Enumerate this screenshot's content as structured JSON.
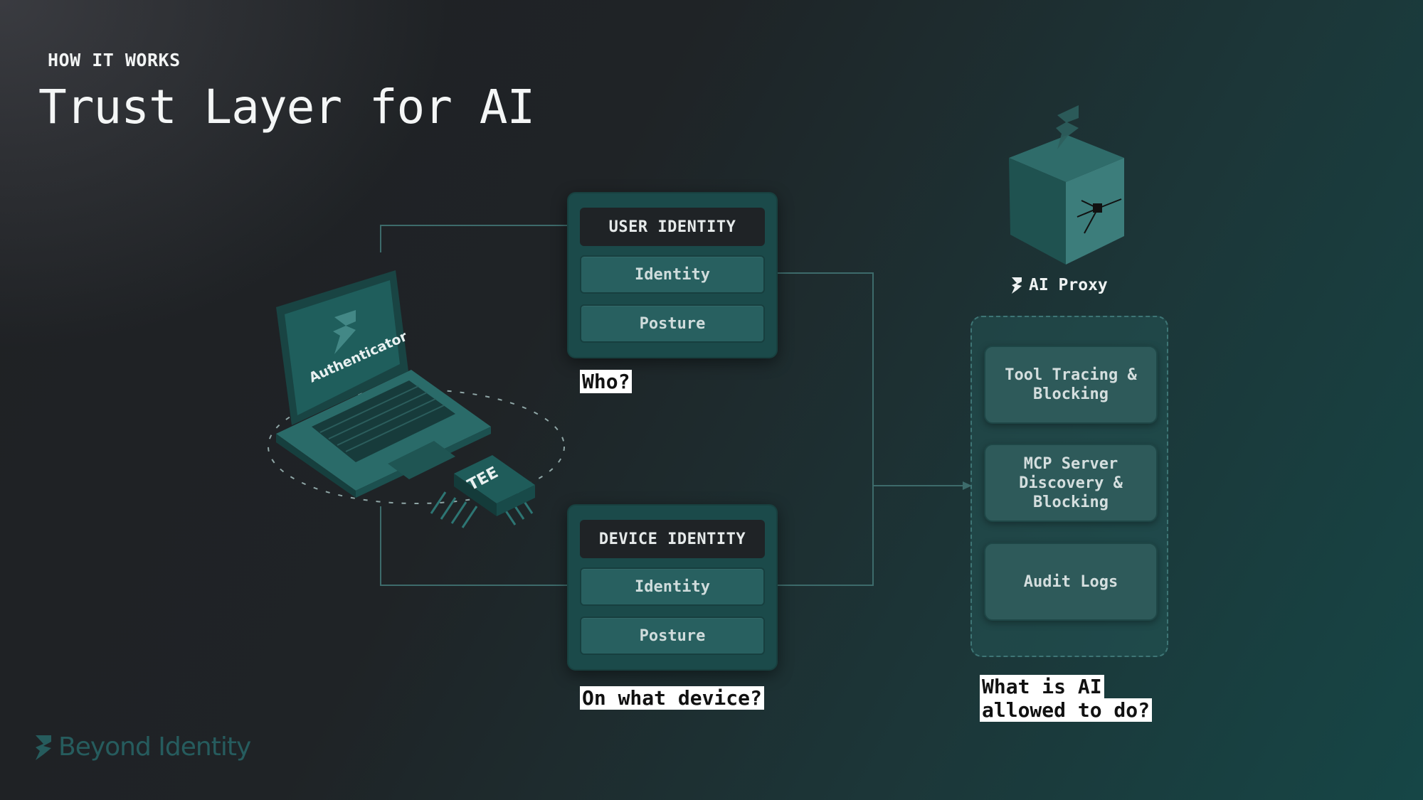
{
  "header": {
    "eyebrow": "HOW IT WORKS",
    "title": "Trust Layer for AI"
  },
  "authenticator": {
    "laptop_label": "Authenticator",
    "chip_label": "TEE"
  },
  "user_identity": {
    "header": "USER IDENTITY",
    "rows": [
      "Identity",
      "Posture"
    ],
    "question": "Who?"
  },
  "device_identity": {
    "header": "DEVICE IDENTITY",
    "rows": [
      "Identity",
      "Posture"
    ],
    "question": "On what device?"
  },
  "ai_proxy": {
    "label": "AI Proxy",
    "tools": [
      {
        "line1": "Tool Tracing &",
        "line2": "Blocking"
      },
      {
        "line1": "MCP Server",
        "line2": "Discovery &",
        "line3": "Blocking"
      },
      {
        "line1": "Audit Logs"
      }
    ],
    "question_line1": "What is AI",
    "question_line2": "allowed to do?"
  },
  "brand": {
    "name": "Beyond Identity",
    "accent": "#2c8c8c",
    "panel": "#1b4a4a"
  }
}
